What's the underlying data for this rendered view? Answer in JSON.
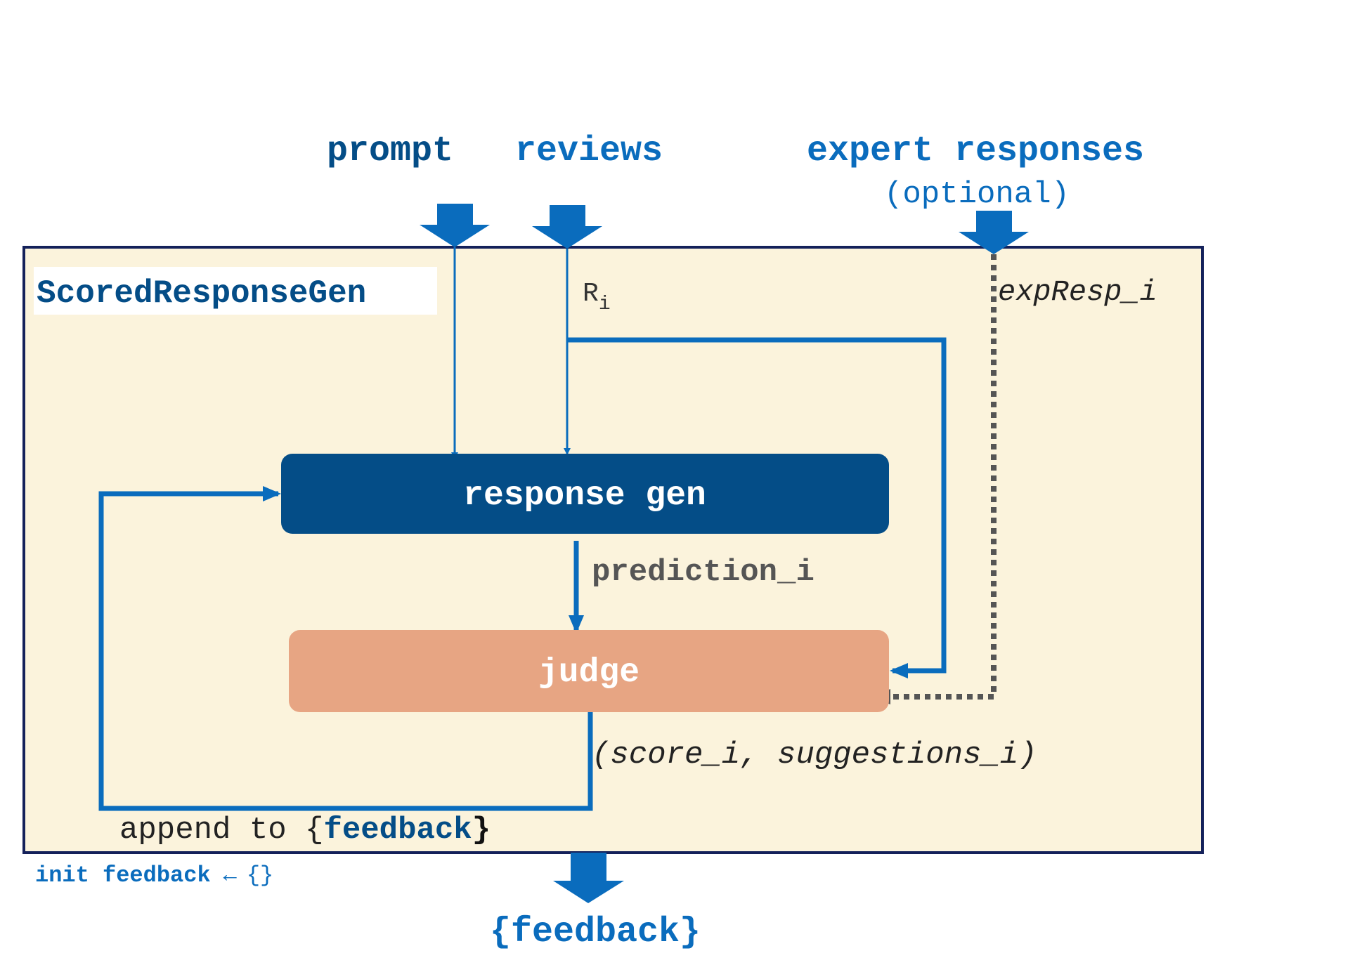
{
  "inputs": {
    "prompt": "prompt",
    "reviews": "reviews",
    "expert_responses": "expert responses",
    "optional": "(optional)"
  },
  "module": {
    "title": "ScoredResponseGen",
    "reviews_var": "R",
    "reviews_var_sub": "i",
    "expert_var": "expResp_i"
  },
  "nodes": {
    "response_gen": "response gen",
    "judge": "judge"
  },
  "edges": {
    "prediction": "prediction_i",
    "judge_output": "(score_i, suggestions_i)",
    "append_prefix": "append to {",
    "append_feedback": "feedback",
    "append_suffix": "}"
  },
  "init": {
    "text": "init feedback",
    "arrow": "←",
    "value": "{}"
  },
  "output": {
    "label": "{feedback}"
  },
  "colors": {
    "dark_blue": "#044d87",
    "blue": "#0a6cbd",
    "module_fill": "#fbf3dc",
    "module_border": "#14215a",
    "judge_fill": "#e7a583",
    "gray": "#555555"
  }
}
